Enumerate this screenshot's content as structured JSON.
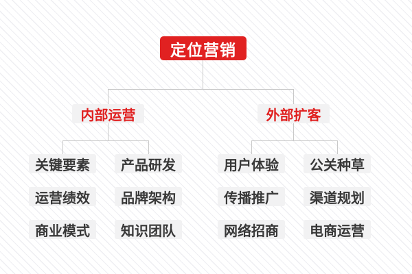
{
  "diagram": {
    "type": "mindmap-tree",
    "root": {
      "label": "定位营销"
    },
    "branches": [
      {
        "label": "内部运营",
        "children": [
          "关键要素",
          "产品研发",
          "运营绩效",
          "品牌架构",
          "商业模式",
          "知识团队"
        ]
      },
      {
        "label": "外部扩客",
        "children": [
          "用户体验",
          "公关种草",
          "传播推广",
          "渠道规划",
          "网络招商",
          "电商运营"
        ]
      }
    ],
    "colors": {
      "root_bg": "#e12121",
      "root_text": "#ffffff",
      "branch_text": "#e02020",
      "leaf_text": "#383838",
      "node_bg": "#f2f2f3",
      "connector": "#c9c9c9",
      "background_stripe": "#eeeef2"
    }
  }
}
